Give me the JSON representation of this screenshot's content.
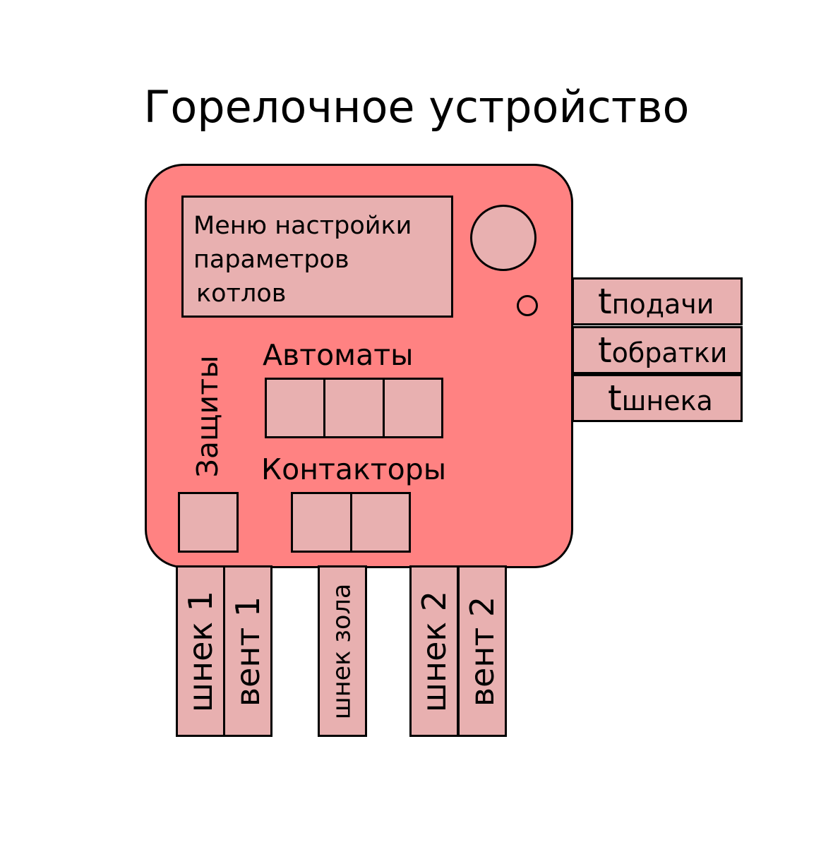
{
  "title": "Горелочное устройство",
  "colors": {
    "device_fill": "#ff8282",
    "element_fill": "#e8b0b0",
    "stroke": "#000000",
    "background": "#ffffff"
  },
  "device": {
    "menu_screen": {
      "lines": [
        "Меню настройки",
        "параметров",
        "котлов"
      ]
    },
    "breakers": {
      "label": "Автоматы",
      "slot_count": 3
    },
    "contactors": {
      "label": "Контакторы",
      "slot_count": 2
    },
    "protection": {
      "label": "Защиты",
      "slot_count": 1
    }
  },
  "sensors": [
    {
      "symbol": "t",
      "subscript": "подачи"
    },
    {
      "symbol": "t",
      "subscript": "обратки"
    },
    {
      "symbol": "t",
      "subscript": "шнека"
    }
  ],
  "outputs": [
    {
      "label": "шнек 1"
    },
    {
      "label": "вент 1"
    },
    {
      "label": "шнек зола"
    },
    {
      "label": "шнек 2"
    },
    {
      "label": "вент 2"
    }
  ]
}
